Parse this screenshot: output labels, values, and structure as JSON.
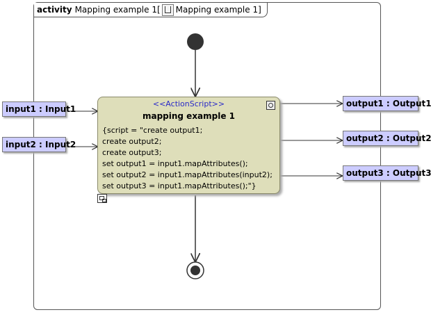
{
  "frame": {
    "keyword": "activity",
    "name": "Mapping example 1",
    "bracket_open": "[",
    "diagram_name": "Mapping example 1",
    "bracket_close": "]"
  },
  "action": {
    "stereotype": "<<ActionScript>>",
    "name": "mapping example 1",
    "script_lines": [
      "{script = \"create output1;",
      "create output2;",
      "create output3;",
      "set output1 = input1.mapAttributes();",
      "set output2 = input1.mapAttributes(input2);",
      "set output3 = input1.mapAttributes();\"}"
    ]
  },
  "inputs": [
    {
      "label": "input1 : Input1"
    },
    {
      "label": "input2 : Input2"
    }
  ],
  "outputs": [
    {
      "label": "output1 : Output1"
    },
    {
      "label": "output2 : Output2"
    },
    {
      "label": "output3 : Output3"
    }
  ],
  "icons": {
    "diagram_tab": "activity-diagram-icon",
    "action_corner": "action-script-icon",
    "subactivity": "call-behavior-icon"
  },
  "colors": {
    "action_fill": "#dedeba",
    "pin_fill": "#ccccff",
    "stereotype_text": "#2929c8"
  }
}
